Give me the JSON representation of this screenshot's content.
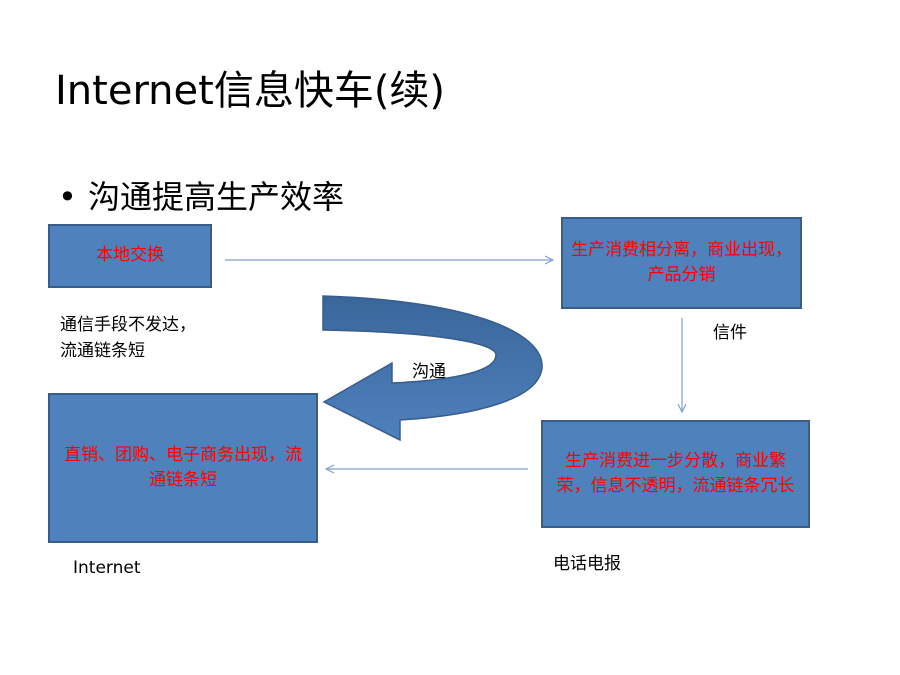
{
  "slide": {
    "title": "Internet信息快车(续)",
    "bullet": "沟通提高生产效率"
  },
  "boxes": {
    "local_exchange": "本地交换",
    "separation": "生产消费相分离，商业出现，产品分销",
    "dispersion": "生产消费进一步分散，商业繁荣，信息不透明，流通链条冗长",
    "direct_sales": "直销、团购、电子商务出现，流通链条短"
  },
  "labels": {
    "comm_line1": "通信手段不发达，",
    "comm_line2": "流通链条短",
    "letters": "信件",
    "communication": "沟通",
    "phone_telegram": "电话电报",
    "internet": "Internet"
  },
  "colors": {
    "box_fill": "#4f81bd",
    "box_border": "#385d8a",
    "box_text": "#ff0000",
    "arrow_line": "#7f9fcf"
  }
}
